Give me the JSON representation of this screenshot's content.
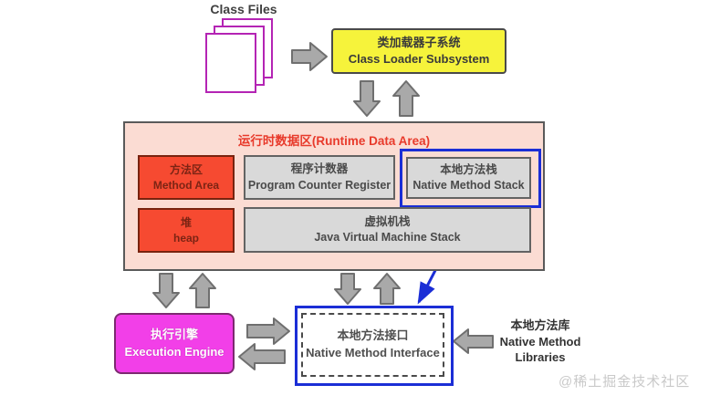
{
  "diagram": {
    "class_files": {
      "label": "Class Files"
    },
    "class_loader_subsystem": {
      "zh": "类加载器子系统",
      "en": "Class Loader Subsystem"
    },
    "runtime_data_area": {
      "title": "运行时数据区(Runtime Data Area)",
      "method_area": {
        "zh": "方法区",
        "en": "Method Area"
      },
      "program_counter_register": {
        "zh": "程序计数器",
        "en": "Program Counter Register"
      },
      "native_method_stack": {
        "zh": "本地方法栈",
        "en": "Native Method Stack"
      },
      "heap": {
        "zh": "堆",
        "en": "heap"
      },
      "java_virtual_machine_stack": {
        "zh": "虚拟机栈",
        "en": "Java Virtual Machine Stack"
      }
    },
    "execution_engine": {
      "zh": "执行引擎",
      "en": "Execution Engine"
    },
    "native_method_interface": {
      "zh": "本地方法接口",
      "en": "Native Method Interface"
    },
    "native_method_libraries": {
      "zh": "本地方法库",
      "en_line1": "Native Method",
      "en_line2": "Libraries"
    },
    "watermark": "@稀土掘金技术社区"
  },
  "colors": {
    "class_loader_bg": "#f6f33b",
    "runtime_area_bg": "#fbdcd3",
    "runtime_title_text": "#e83a2b",
    "red_box_bg": "#f64a31",
    "gray_box_bg": "#d9d9d9",
    "execution_engine_bg": "#f23fe8",
    "highlight_blue": "#1b2ed6",
    "arrow_gray": "#a9a9a9",
    "class_files_purple": "#b424b4"
  }
}
